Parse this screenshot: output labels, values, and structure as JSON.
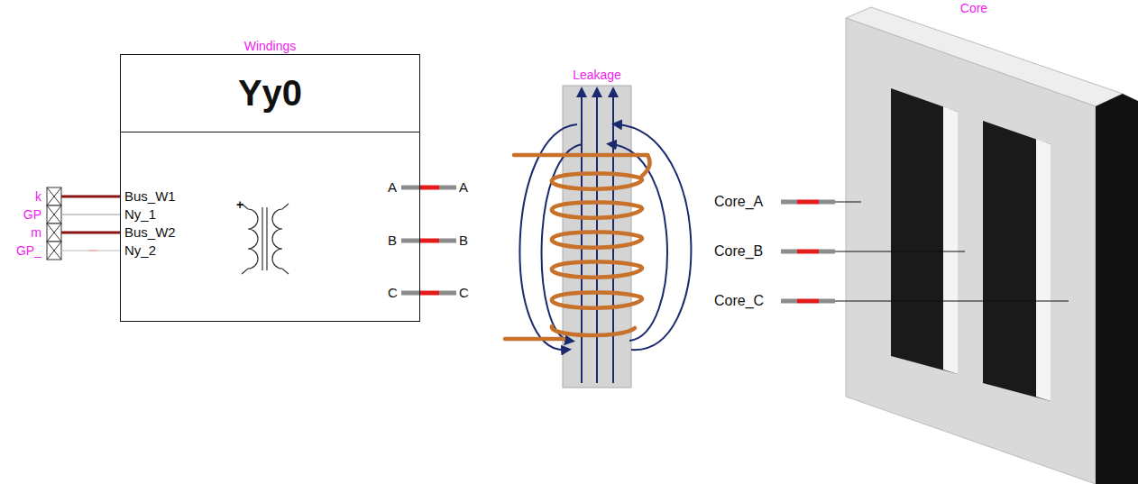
{
  "diagram": {
    "nodes": [
      {
        "text": [
          "Windings",
          "Yy0"
        ]
      }
    ],
    "labels": [
      "Core",
      "k",
      "GP",
      "m",
      "GP_",
      "Bus_W1",
      "Ny_1",
      "Bus_W2",
      "Ny_2",
      "+",
      "A",
      "B",
      "C",
      "A",
      "B",
      "C",
      "Leakage",
      "Core_A",
      "Core_B",
      "Core_C"
    ]
  }
}
